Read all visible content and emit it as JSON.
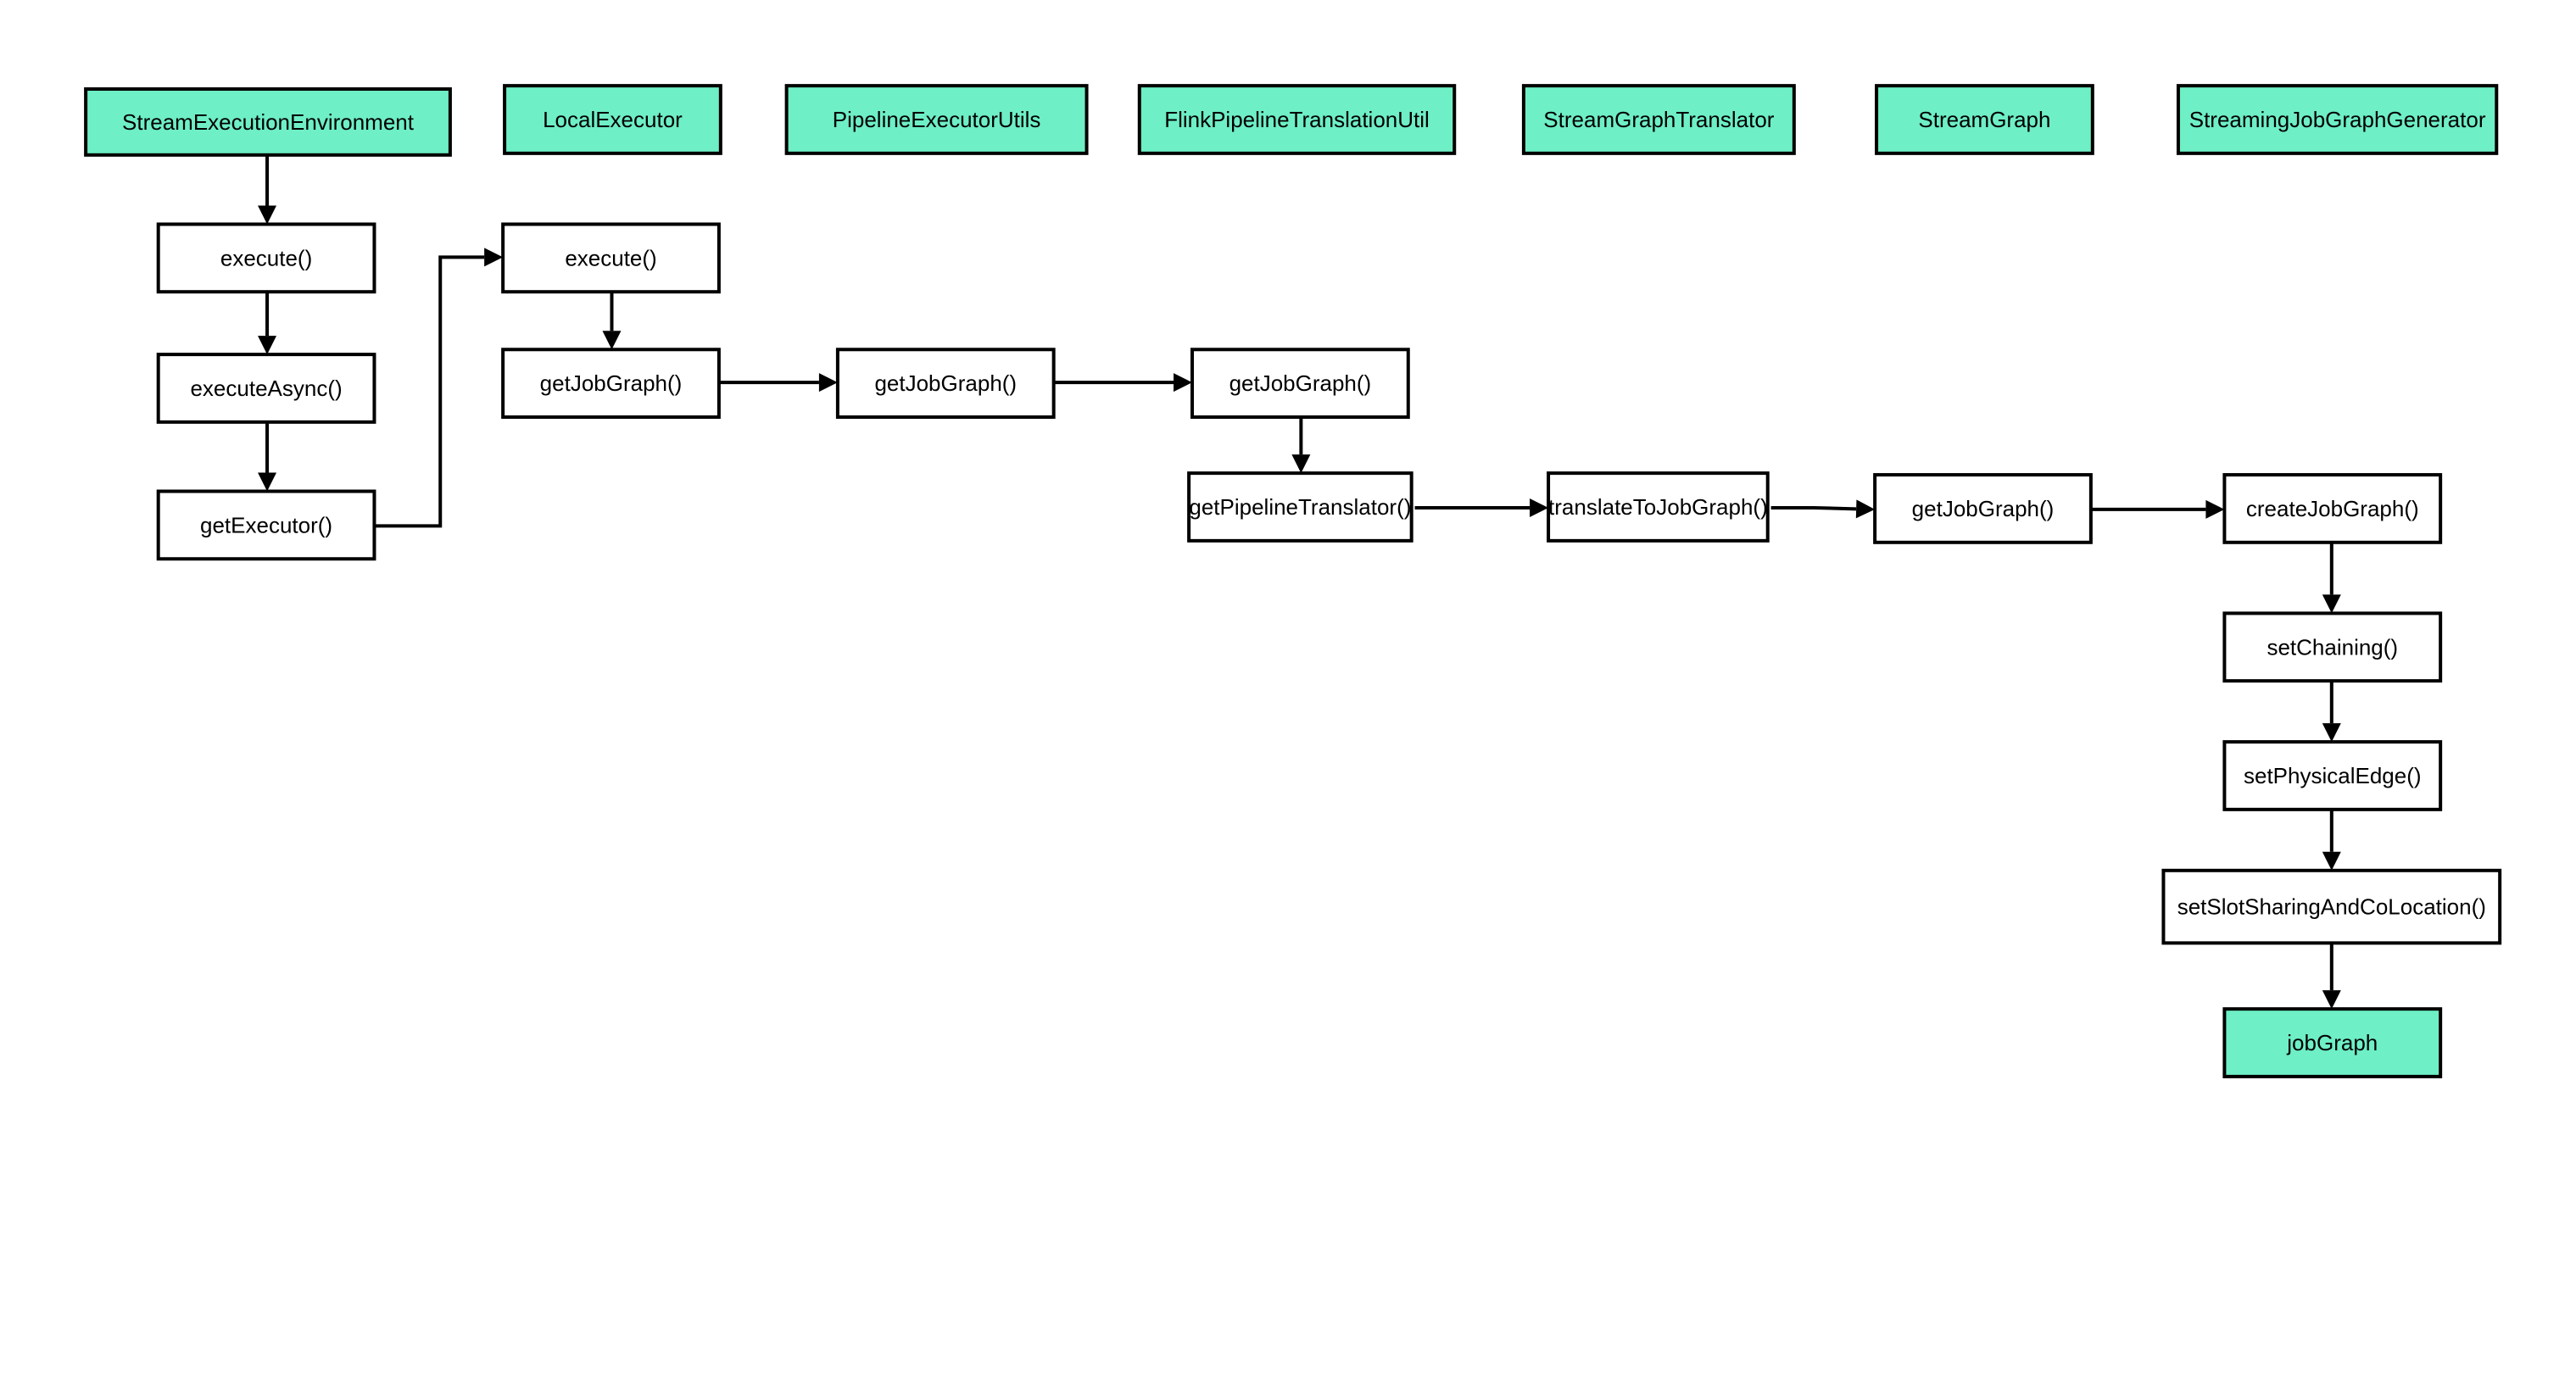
{
  "colors": {
    "header_fill": "#6EEFC5",
    "method_fill": "#FFFFFF",
    "line": "#000000"
  },
  "headers": [
    {
      "id": "h-see",
      "label": "StreamExecutionEnvironment"
    },
    {
      "id": "h-le",
      "label": "LocalExecutor"
    },
    {
      "id": "h-peu",
      "label": "PipelineExecutorUtils"
    },
    {
      "id": "h-fptu",
      "label": "FlinkPipelineTranslationUtil"
    },
    {
      "id": "h-sgt",
      "label": "StreamGraphTranslator"
    },
    {
      "id": "h-sg",
      "label": "StreamGraph"
    },
    {
      "id": "h-sjgg",
      "label": "StreamingJobGraphGenerator"
    }
  ],
  "methods": [
    {
      "id": "m-execute-1",
      "label": "execute()"
    },
    {
      "id": "m-executeAsync",
      "label": "executeAsync()"
    },
    {
      "id": "m-getExecutor",
      "label": "getExecutor()"
    },
    {
      "id": "m-execute-2",
      "label": "execute()"
    },
    {
      "id": "m-getJobGraph-1",
      "label": "getJobGraph()"
    },
    {
      "id": "m-getJobGraph-2",
      "label": "getJobGraph()"
    },
    {
      "id": "m-getJobGraph-3",
      "label": "getJobGraph()"
    },
    {
      "id": "m-getPipelineTranslator",
      "label": "getPipelineTranslator()"
    },
    {
      "id": "m-translateToJobGraph",
      "label": "translateToJobGraph()"
    },
    {
      "id": "m-getJobGraph-4",
      "label": "getJobGraph()"
    },
    {
      "id": "m-createJobGraph",
      "label": "createJobGraph()"
    },
    {
      "id": "m-setChaining",
      "label": "setChaining()"
    },
    {
      "id": "m-setPhysicalEdge",
      "label": "setPhysicalEdge()"
    },
    {
      "id": "m-setSlotSharing",
      "label": "setSlotSharingAndCoLocation()"
    },
    {
      "id": "m-jobGraph",
      "label": "jobGraph",
      "highlight": true
    }
  ],
  "edges": [
    {
      "from": "h-see",
      "to": "m-execute-1"
    },
    {
      "from": "m-execute-1",
      "to": "m-executeAsync"
    },
    {
      "from": "m-executeAsync",
      "to": "m-getExecutor"
    },
    {
      "from": "m-getExecutor",
      "to": "m-execute-2"
    },
    {
      "from": "m-execute-2",
      "to": "m-getJobGraph-1"
    },
    {
      "from": "m-getJobGraph-1",
      "to": "m-getJobGraph-2"
    },
    {
      "from": "m-getJobGraph-2",
      "to": "m-getJobGraph-3"
    },
    {
      "from": "m-getJobGraph-3",
      "to": "m-getPipelineTranslator"
    },
    {
      "from": "m-getPipelineTranslator",
      "to": "m-translateToJobGraph"
    },
    {
      "from": "m-translateToJobGraph",
      "to": "m-getJobGraph-4"
    },
    {
      "from": "m-getJobGraph-4",
      "to": "m-createJobGraph"
    },
    {
      "from": "m-createJobGraph",
      "to": "m-setChaining"
    },
    {
      "from": "m-setChaining",
      "to": "m-setPhysicalEdge"
    },
    {
      "from": "m-setPhysicalEdge",
      "to": "m-setSlotSharing"
    },
    {
      "from": "m-setSlotSharing",
      "to": "m-jobGraph"
    }
  ]
}
